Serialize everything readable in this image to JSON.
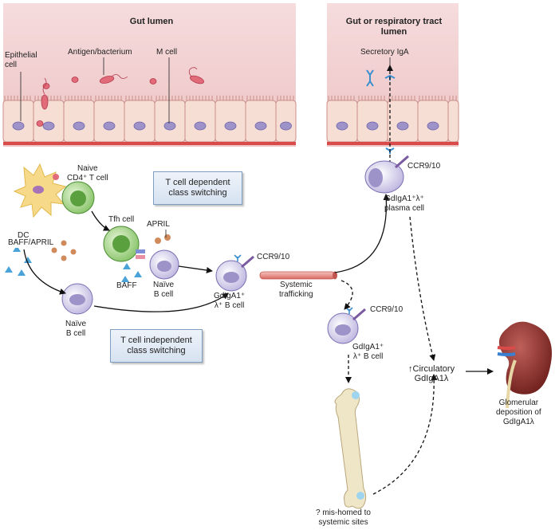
{
  "panels": {
    "gut_lumen": "Gut lumen",
    "tract_lumen_line1": "Gut or respiratory tract",
    "tract_lumen_line2": "lumen"
  },
  "labels": {
    "epithelial_line1": "Epithelial",
    "epithelial_line2": "cell",
    "antigen": "Antigen/bacterium",
    "m_cell": "M cell",
    "secretory_iga": "Secretory IgA",
    "naive_cd4_line1": "Naive",
    "naive_cd4_line2": "CD4⁺ T cell",
    "tfh": "Tfh cell",
    "april": "APRIL",
    "dc": "DC",
    "baff_april": "BAFF/APRIL",
    "baff": "BAFF",
    "naive_b_mid_line1": "Naïve",
    "naive_b_mid_line2": "B cell",
    "naive_b_low_line1": "Naïve",
    "naive_b_low_line2": "B cell",
    "ccr_1": "CCR9/10",
    "gd_b_line1": "GdIgA1⁺",
    "gd_b_line2": "λ⁺ B cell",
    "systemic_line1": "Systemic",
    "systemic_line2": "trafficking",
    "ccr_plasma": "CCR9/10",
    "plasma_line1": "GdIgA1⁺λ⁺",
    "plasma_line2": "plasma cell",
    "ccr_2": "CCR9/10",
    "gd_b2_line1": "GdIgA1⁺",
    "gd_b2_line2": "λ⁺ B cell",
    "circulatory_line1": "↑Circulatory",
    "circulatory_line2": "GdIgA1λ",
    "glomerular_line1": "Glomerular",
    "glomerular_line2": "deposition of",
    "glomerular_line3": "GdIgA1λ",
    "mishomed_line1": "? mis-homed to",
    "mishomed_line2": "systemic sites"
  },
  "boxes": {
    "t_dependent_line1": "T cell dependent",
    "t_dependent_line2": "class switching",
    "t_independent_line1": "T cell independent",
    "t_independent_line2": "class switching"
  },
  "colors": {
    "lumen": "#f3d7d8",
    "epithelium": "#f7ded5",
    "basement": "#d94a4a",
    "b_cell": "#d8d2ee",
    "nucleus": "#9d93c9",
    "tfh": "#a9d18b",
    "dc": "#f7d98a",
    "april_dot": "#d08a5b",
    "baff": "#4aa3d8",
    "kidney": "#8a2e2a",
    "bone": "#efe6c8",
    "receptor": "#4aa3d8"
  }
}
